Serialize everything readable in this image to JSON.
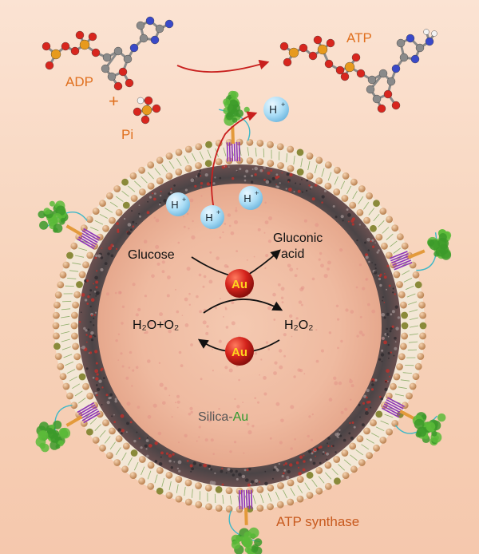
{
  "labels": {
    "adp": "ADP",
    "pi": "Pi",
    "plus": "+",
    "atp": "ATP",
    "proton": "H",
    "proton_charge": "+",
    "glucose": "Glucose",
    "gluconic_line1": "Gluconic",
    "gluconic_line2": "acid",
    "au": "Au",
    "h2o_o2": "H₂O+O₂",
    "h2o2": "H₂O₂",
    "silica": "Silica-",
    "silica_au": "Au",
    "atp_synthase": "ATP synthase"
  },
  "colors": {
    "orange_label": "#e0701f",
    "arrow_red": "#c8201e",
    "au_ball": "#d4231c",
    "au_text": "#ffd21f",
    "proton": "#a9dcf5",
    "lipid_head": "#d9a377",
    "synthase_green": "#3c9a2a",
    "synthase_purple": "#8f35b8",
    "synthase_orange": "#e39a3b",
    "cyan_strand": "#3fb8c8"
  },
  "icons": {
    "molecule": "ball-and-stick-molecule-icon",
    "enzyme": "atp-synthase-protein-icon"
  }
}
